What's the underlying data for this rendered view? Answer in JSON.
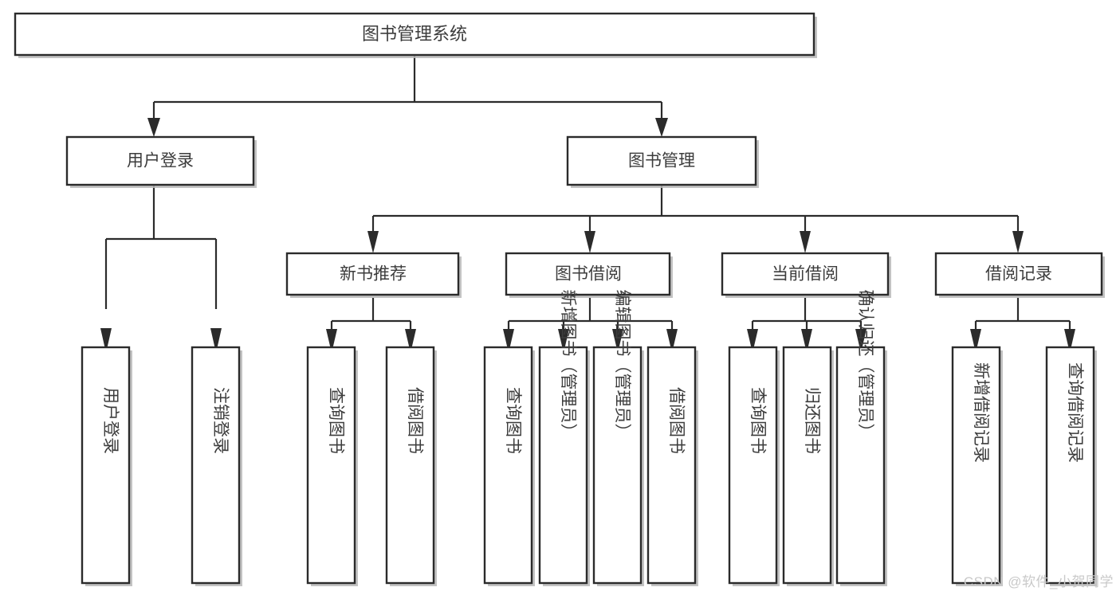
{
  "diagram": {
    "type": "tree",
    "title": "图书管理系统",
    "watermark": "CSDN @软件_小贺同学",
    "colors": {
      "box_fill": "#ffffff",
      "box_stroke": "#2b2b2b",
      "text": "#3c3c3c",
      "shadow": "#b9b9b9",
      "watermark": "#c9c9c9",
      "background": "#ffffff"
    },
    "root": {
      "id": "root",
      "label": "图书管理系统"
    },
    "level2": [
      {
        "id": "user-login",
        "label": "用户登录"
      },
      {
        "id": "book-manage",
        "label": "图书管理"
      }
    ],
    "level3": [
      {
        "id": "new-book-recommend",
        "label": "新书推荐",
        "parent": "book-manage"
      },
      {
        "id": "book-borrow",
        "label": "图书借阅",
        "parent": "book-manage"
      },
      {
        "id": "current-borrow",
        "label": "当前借阅",
        "parent": "book-manage"
      },
      {
        "id": "borrow-record",
        "label": "借阅记录",
        "parent": "book-manage"
      }
    ],
    "leaves": [
      {
        "id": "leaf-user-login",
        "label": "用户登录",
        "parent": "user-login"
      },
      {
        "id": "leaf-logout-login",
        "label": "注销登录",
        "parent": "user-login"
      },
      {
        "id": "leaf-query-book-1",
        "label": "查询图书",
        "parent": "new-book-recommend"
      },
      {
        "id": "leaf-borrow-book-1",
        "label": "借阅图书",
        "parent": "new-book-recommend"
      },
      {
        "id": "leaf-query-book-2",
        "label": "查询图书",
        "parent": "book-borrow"
      },
      {
        "id": "leaf-add-book",
        "label": "新增图书（管理员）",
        "parent": "book-borrow"
      },
      {
        "id": "leaf-edit-book",
        "label": "编辑图书（管理员）",
        "parent": "book-borrow"
      },
      {
        "id": "leaf-borrow-book-2",
        "label": "借阅图书",
        "parent": "book-borrow"
      },
      {
        "id": "leaf-query-book-3",
        "label": "查询图书",
        "parent": "current-borrow"
      },
      {
        "id": "leaf-return-book",
        "label": "归还图书",
        "parent": "current-borrow"
      },
      {
        "id": "leaf-confirm-return",
        "label": "确认归还（管理员）",
        "parent": "current-borrow"
      },
      {
        "id": "leaf-add-record",
        "label": "新增借阅记录",
        "parent": "borrow-record"
      },
      {
        "id": "leaf-query-record",
        "label": "查询借阅记录",
        "parent": "borrow-record"
      }
    ]
  }
}
